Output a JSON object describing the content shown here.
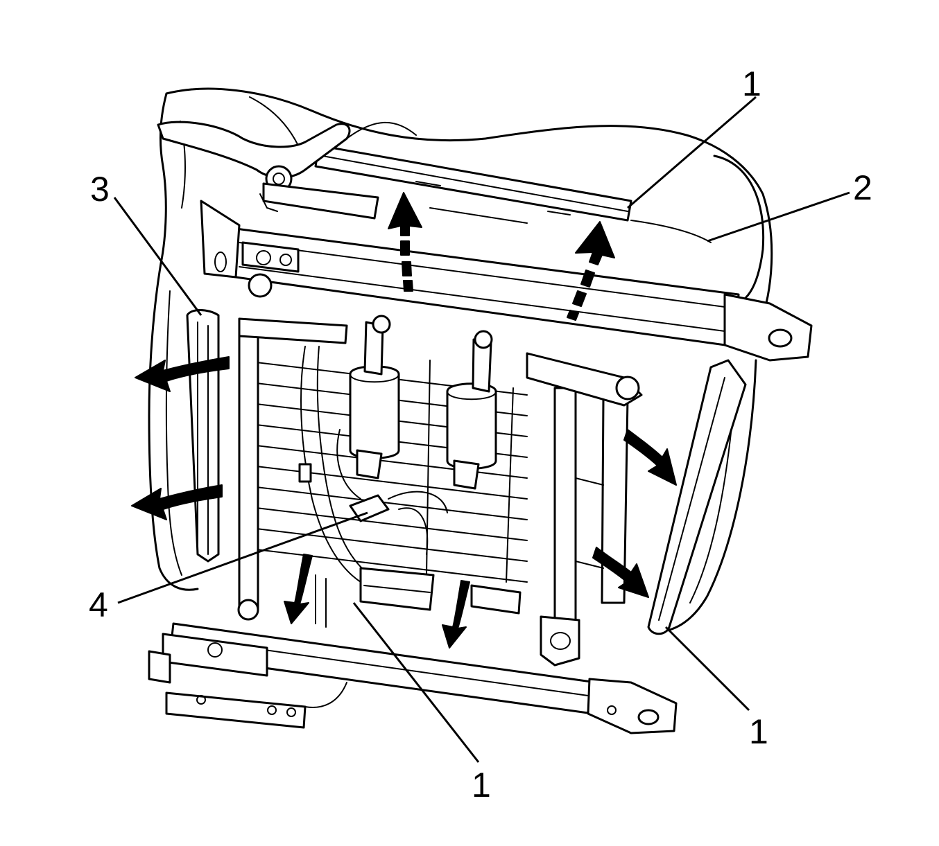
{
  "callouts": [
    {
      "id": "c1a",
      "label": "1"
    },
    {
      "id": "c2",
      "label": "2"
    },
    {
      "id": "c3",
      "label": "3"
    },
    {
      "id": "c4",
      "label": "4"
    },
    {
      "id": "c1b",
      "label": "1"
    },
    {
      "id": "c1c",
      "label": "1"
    }
  ],
  "colors": {
    "line": "#000000",
    "background": "#ffffff"
  }
}
